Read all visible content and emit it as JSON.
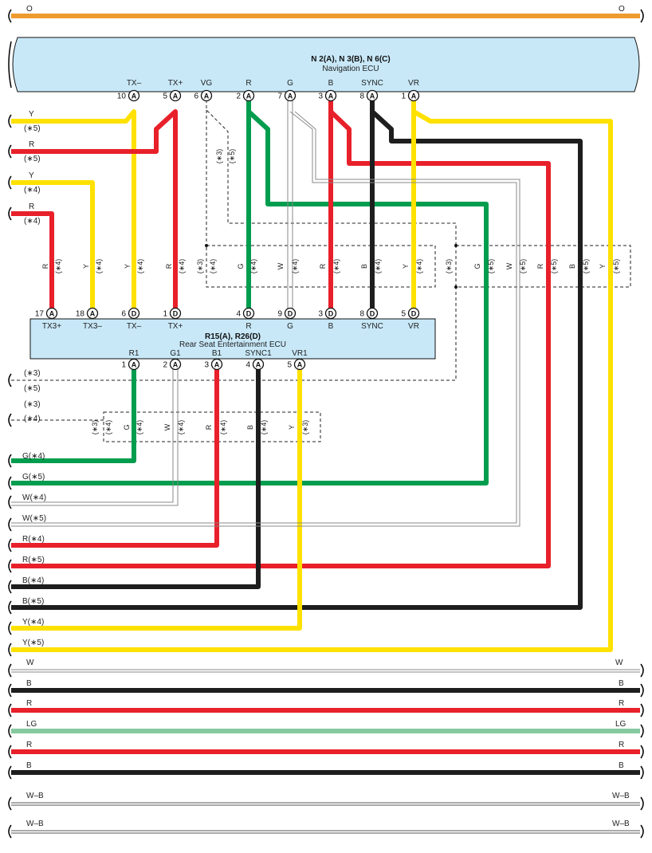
{
  "colors": {
    "O": "#ef9a2e",
    "Y": "#ffe100",
    "R": "#e8202a",
    "G": "#009d4e",
    "B": "#1e1e1e",
    "W": "#8a8a8a",
    "LG": "#86c9a0",
    "ECU": "#c8e8f8"
  },
  "nav_ecu": {
    "title": "N 2(A), N 3(B), N 6(C)",
    "subtitle": "Navigation ECU",
    "pins": [
      {
        "name": "TX–",
        "num": "10",
        "conn": "A"
      },
      {
        "name": "TX+",
        "num": "5",
        "conn": "A"
      },
      {
        "name": "VG",
        "num": "6",
        "conn": "A"
      },
      {
        "name": "R",
        "num": "2",
        "conn": "A"
      },
      {
        "name": "G",
        "num": "7",
        "conn": "A"
      },
      {
        "name": "B",
        "num": "3",
        "conn": "A"
      },
      {
        "name": "SYNC",
        "num": "8",
        "conn": "A"
      },
      {
        "name": "VR",
        "num": "1",
        "conn": "A"
      }
    ]
  },
  "rear_ecu": {
    "title": "R15(A), R26(D)",
    "subtitle": "Rear Seat Entertainment ECU",
    "top_pins": [
      {
        "name": "TX3+",
        "num": "17",
        "conn": "A"
      },
      {
        "name": "TX3–",
        "num": "18",
        "conn": "A"
      },
      {
        "name": "TX–",
        "num": "6",
        "conn": "D"
      },
      {
        "name": "TX+",
        "num": "1",
        "conn": "D"
      },
      {
        "name": "R",
        "num": "4",
        "conn": "D"
      },
      {
        "name": "G",
        "num": "9",
        "conn": "D"
      },
      {
        "name": "B",
        "num": "3",
        "conn": "D"
      },
      {
        "name": "SYNC",
        "num": "8",
        "conn": "D"
      },
      {
        "name": "VR",
        "num": "5",
        "conn": "D"
      }
    ],
    "bottom_pins": [
      {
        "name": "R1",
        "num": "1",
        "conn": "A"
      },
      {
        "name": "G1",
        "num": "2",
        "conn": "A"
      },
      {
        "name": "B1",
        "num": "3",
        "conn": "A"
      },
      {
        "name": "SYNC1",
        "num": "4",
        "conn": "A"
      },
      {
        "name": "VR1",
        "num": "5",
        "conn": "A"
      }
    ]
  },
  "left_inputs": [
    {
      "color": "Y",
      "variant": "(∗5)"
    },
    {
      "color": "R",
      "variant": "(∗5)"
    },
    {
      "color": "Y",
      "variant": "(∗4)"
    },
    {
      "color": "R",
      "variant": "(∗4)"
    }
  ],
  "side_labels": [
    {
      "text": "(∗3)"
    },
    {
      "text": "(∗5)"
    },
    {
      "text": "(∗3)"
    },
    {
      "text": "(∗4)"
    }
  ],
  "left_outputs": [
    {
      "text": "G(∗4)"
    },
    {
      "text": "G(∗5)"
    },
    {
      "text": "W(∗4)"
    },
    {
      "text": "W(∗5)"
    },
    {
      "text": "R(∗4)"
    },
    {
      "text": "R(∗5)"
    },
    {
      "text": "B(∗4)"
    },
    {
      "text": "B(∗5)"
    },
    {
      "text": "Y(∗4)"
    },
    {
      "text": "Y(∗5)"
    }
  ],
  "vertical_labels": {
    "wire": [
      "R",
      "Y",
      "Y",
      "R",
      "G",
      "W",
      "R",
      "B",
      "Y",
      "G",
      "W",
      "R",
      "B",
      "Y",
      "G",
      "W",
      "R",
      "B",
      "Y"
    ],
    "variant": [
      "(∗4)",
      "(∗4)",
      "(∗4)",
      "(∗4)",
      "(∗3)",
      "(∗4)",
      "(∗4)",
      "(∗4)",
      "(∗4)",
      "(∗4)",
      "(∗4)",
      "(∗3)",
      "(∗5)",
      "(∗5)",
      "(∗5)",
      "(∗5)",
      "(∗5)",
      "(∗3)",
      "(∗3)",
      "(∗4)",
      "(∗4)",
      "(∗4)",
      "(∗4)",
      "(∗4)",
      "(∗3)",
      "(∗5)"
    ]
  },
  "passthrough": [
    {
      "label": "O"
    },
    {
      "label": "W"
    },
    {
      "label": "B"
    },
    {
      "label": "R"
    },
    {
      "label": "LG"
    },
    {
      "label": "R"
    },
    {
      "label": "B"
    },
    {
      "label": "W–B"
    },
    {
      "label": "W–B"
    }
  ]
}
